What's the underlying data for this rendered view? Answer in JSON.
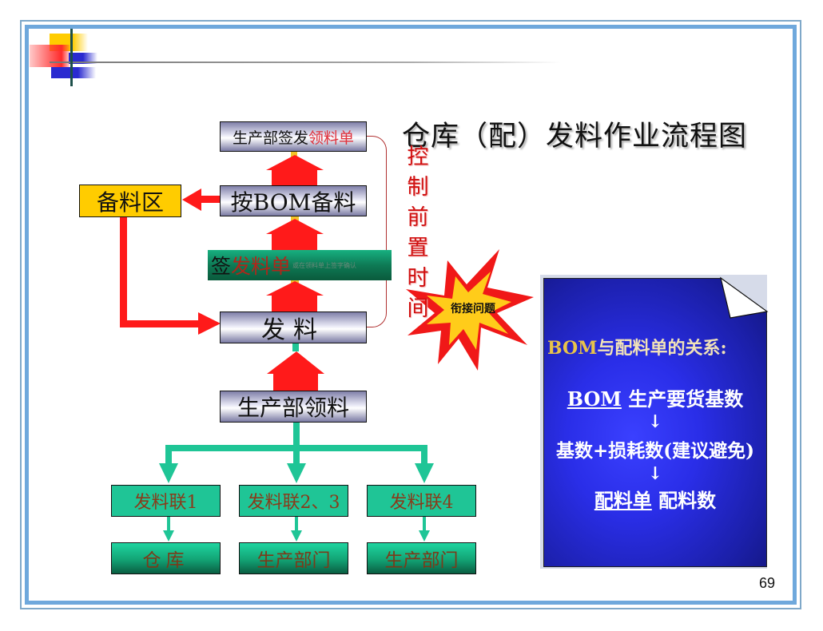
{
  "slide": {
    "title": "仓库（配）发料作业流程图",
    "page_number": "69"
  },
  "flow": {
    "production_sign": {
      "prefix": "生产部签发",
      "highlight": "领料单"
    },
    "prepare_by_bom": "按BOM备料",
    "prep_area": "备料区",
    "sign_issue": {
      "prefix": "签",
      "highlight": "发料单",
      "note": "或在领料单上签字确认"
    },
    "issue": "发料",
    "production_receive": "生产部领料",
    "copies": [
      {
        "label": "发料联1",
        "destination": "仓库"
      },
      {
        "label": "发料联2、3",
        "destination": "生产部门"
      },
      {
        "label": "发料联4",
        "destination": "生产部门"
      }
    ]
  },
  "side_label": [
    "控",
    "制",
    "前",
    "置",
    "时",
    "间"
  ],
  "burst": {
    "label": "衔接问题"
  },
  "note": {
    "heading_bold": "BOM",
    "heading_rest": "与配料单的关系:",
    "line1_underlined": "BOM",
    "line1_rest": " 生产要货基数",
    "arrow": "↓",
    "line2": "基数+损耗数(建议避免)",
    "line3_underlined": "配料单",
    "line3_rest": " 配料数"
  },
  "colors": {
    "arrow_red": "#ff1a1a",
    "connector_teal": "#1fc596",
    "prep_yellow": "#ffcc00",
    "note_blue": "#2a2ee8",
    "frame_blue": "#6fa8dc"
  }
}
